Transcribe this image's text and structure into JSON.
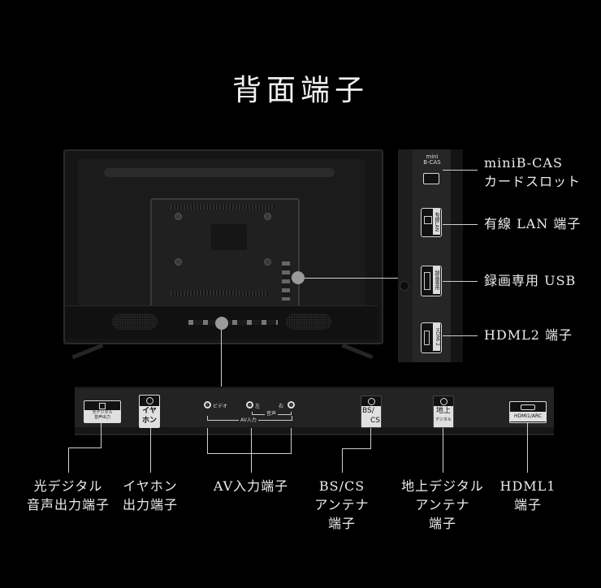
{
  "title": "背面端子",
  "side_callouts": [
    {
      "id": "minib-cas",
      "lines": [
        "miniB-CAS",
        "カードスロット"
      ]
    },
    {
      "id": "lan",
      "lines": [
        "有線 LAN 端子"
      ]
    },
    {
      "id": "usb",
      "lines": [
        "録画専用 USB"
      ]
    },
    {
      "id": "hdmi2",
      "lines": [
        "HDML2 端子"
      ]
    }
  ],
  "side_strip_labels": {
    "minib_cas": "mini\nB-CAS",
    "minib_cas_line1": "mini",
    "minib_cas_line2": "B-CAS",
    "lan": "有線LAN",
    "usb": "録画専用USB",
    "hdmi2": "HDMI 2"
  },
  "bottom_strip_labels": {
    "optical_line1": "光デジタル",
    "optical_line2": "音声出力",
    "earphone_line1": "イヤ",
    "earphone_line2": "ホン",
    "video": "ビデオ",
    "left": "左",
    "right": "右",
    "audio": "音声",
    "av_input": "AV入力",
    "bscs_line1": "BS/",
    "bscs_line2": "CS",
    "terrestrial_line1": "地上",
    "terrestrial_line2": "デジタル",
    "hdmi1": "HDMI1/ARC"
  },
  "bottom_callouts": [
    {
      "id": "optical",
      "lines": [
        "光デジタル",
        "音声出力端子"
      ]
    },
    {
      "id": "earphone",
      "lines": [
        "イヤホン",
        "出力端子"
      ]
    },
    {
      "id": "av",
      "lines": [
        "AV入力端子"
      ]
    },
    {
      "id": "bscs",
      "lines": [
        "BS/CS",
        "アンテナ",
        "端子"
      ]
    },
    {
      "id": "terrestrial",
      "lines": [
        "地上デジタル",
        "アンテナ",
        "端子"
      ]
    },
    {
      "id": "hdmi1",
      "lines": [
        "HDML1",
        "端子"
      ]
    }
  ],
  "colors": {
    "background": "#000000",
    "text": "#ececec",
    "leader_line": "#cfcfcf",
    "marker_dot": "#9a9a9a"
  }
}
